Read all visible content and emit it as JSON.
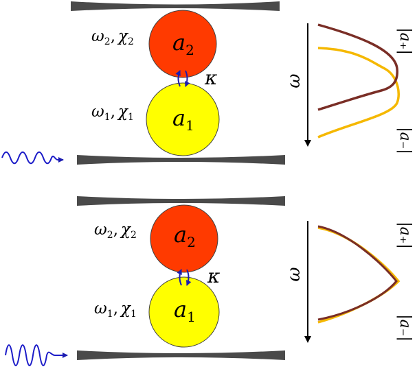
{
  "panels": [
    {
      "id": "top",
      "resonator_top": {
        "label_omega": "ω",
        "sub_omega": "2",
        "sep": ",",
        "label_chi": "χ",
        "sub_chi": "2",
        "mode": "a",
        "mode_sub": "2"
      },
      "resonator_bottom": {
        "label_omega": "ω",
        "sub_omega": "1",
        "sep": ",",
        "label_chi": "χ",
        "sub_chi": "1",
        "mode": "a",
        "mode_sub": "1"
      },
      "coupling": "κ",
      "freq_axis_label": "ω",
      "curve_plus_label": "|a₊|",
      "curve_minus_label": "|a₋|",
      "drive": "weak"
    },
    {
      "id": "bottom",
      "resonator_top": {
        "label_omega": "ω",
        "sub_omega": "2",
        "sep": ",",
        "label_chi": "χ",
        "sub_chi": "2",
        "mode": "a",
        "mode_sub": "2"
      },
      "resonator_bottom": {
        "label_omega": "ω",
        "sub_omega": "1",
        "sep": ",",
        "label_chi": "χ",
        "sub_chi": "1",
        "mode": "a",
        "mode_sub": "1"
      },
      "coupling": "κ",
      "freq_axis_label": "ω",
      "curve_plus_label": "|a₊|",
      "curve_minus_label": "|a₋|",
      "drive": "strong"
    }
  ],
  "colors": {
    "mirror": "#4a4a4a",
    "resonator_top_fill": "#ff3a00",
    "resonator_bottom_fill": "#ffff00",
    "circle_stroke": "#404040",
    "coupling_arrow": "#1c1cb0",
    "drive_wave": "#1c1cc8",
    "curve_plus": "#7a2e26",
    "curve_minus": "#f5b800",
    "axis": "#000000"
  }
}
